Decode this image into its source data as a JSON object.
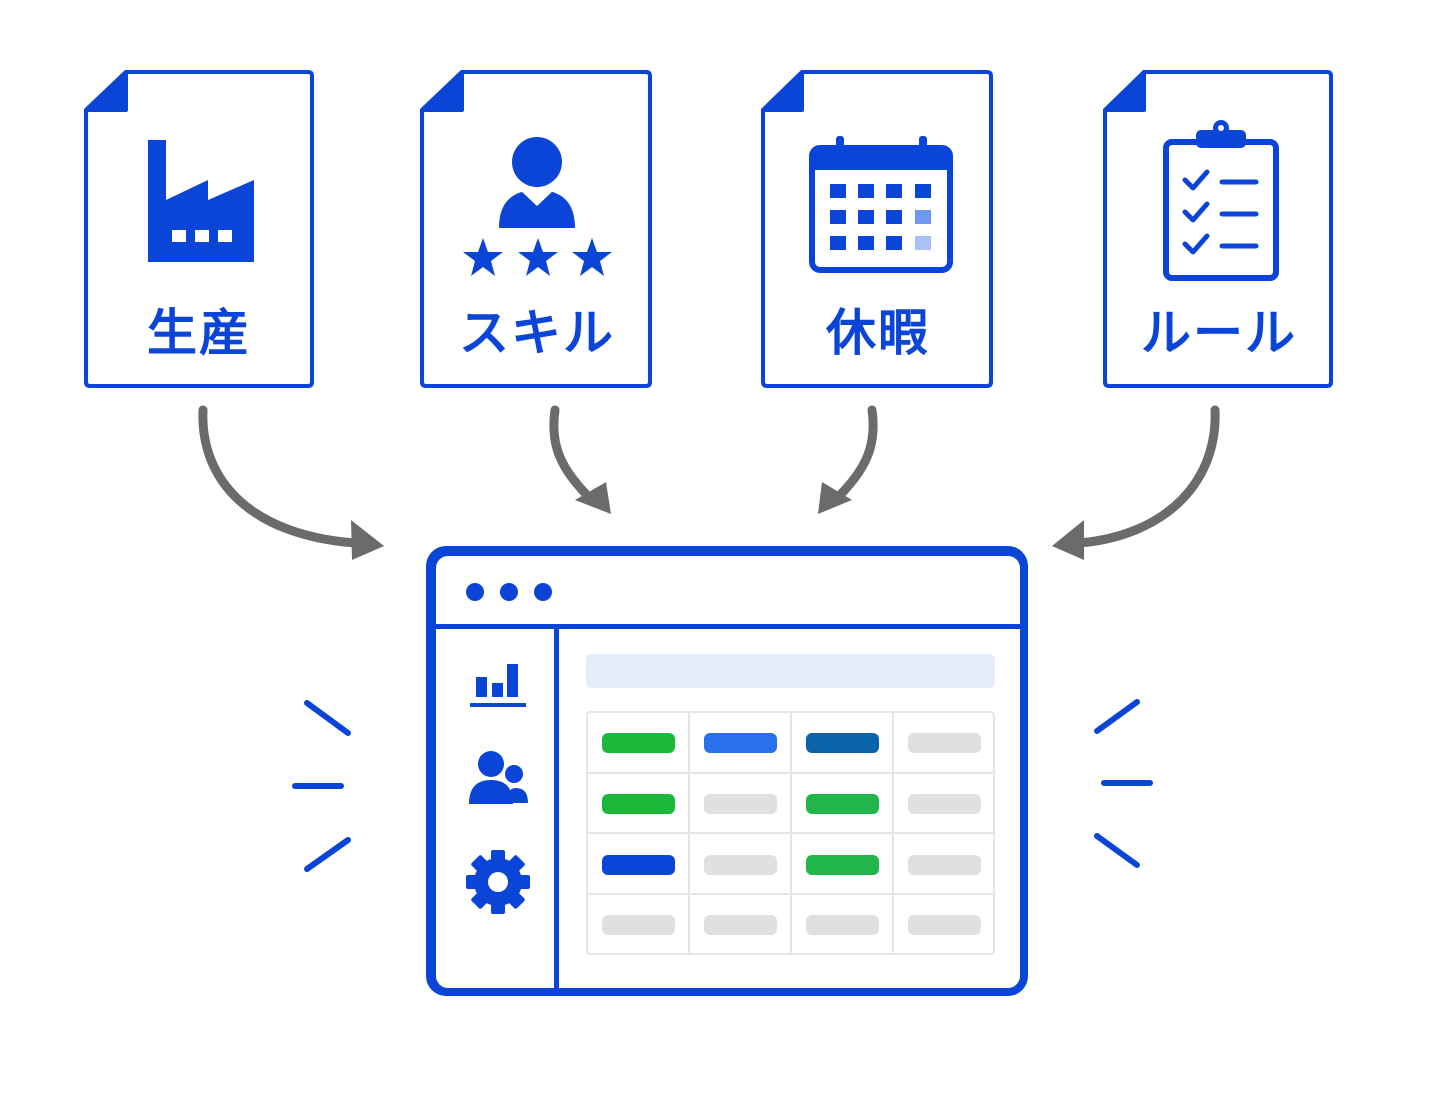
{
  "documents": [
    {
      "label": "生産",
      "icon": "factory-icon"
    },
    {
      "label": "スキル",
      "icon": "person-stars-icon"
    },
    {
      "label": "休暇",
      "icon": "calendar-icon"
    },
    {
      "label": "ルール",
      "icon": "clipboard-checklist-icon"
    }
  ],
  "app_window": {
    "sidebar_icons": [
      "bar-chart-icon",
      "users-icon",
      "gear-icon"
    ],
    "table": {
      "rows": [
        [
          "green",
          "blue",
          "teal",
          "gray"
        ],
        [
          "green",
          "gray",
          "green-light",
          "gray"
        ],
        [
          "blue-dark",
          "gray",
          "green-light",
          "gray"
        ],
        [
          "gray",
          "gray",
          "gray",
          "gray"
        ]
      ]
    }
  },
  "colors": {
    "primary": "#0a45d8",
    "arrow": "#6b6b6b",
    "green": "#1db83a",
    "green-light": "#22b64a",
    "blue": "#2a6fec",
    "blue-dark": "#0a45d8",
    "teal": "#0a63a8",
    "gray": "#e0e0e0",
    "header-bar": "#e3edfb"
  }
}
